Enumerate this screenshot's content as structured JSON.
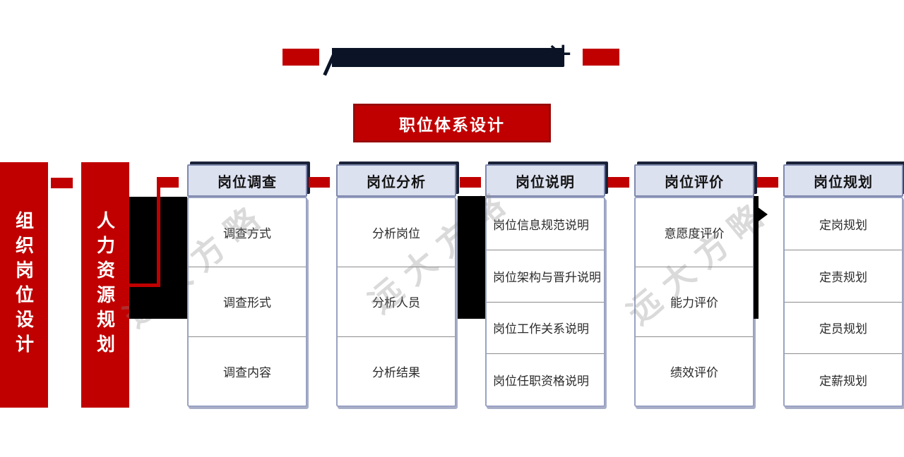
{
  "title_bar": {
    "note": "main title redacted by dark bar",
    "left_fragment": "人",
    "right_fragment": "计"
  },
  "subtitle_box": {
    "label": "职位体系设计"
  },
  "side_bars": [
    {
      "label": "组织岗位设计"
    },
    {
      "label": "人力资源规划"
    }
  ],
  "columns": [
    {
      "title": "岗位调查",
      "items": [
        "调查方式",
        "调查形式",
        "调查内容"
      ]
    },
    {
      "title": "岗位分析",
      "items": [
        "分析岗位",
        "分析人员",
        "分析结果"
      ]
    },
    {
      "title": "岗位说明",
      "items": [
        "岗位信息规范说明",
        "岗位架构与晋升说明",
        "岗位工作关系说明",
        "岗位任职资格说明"
      ]
    },
    {
      "title": "岗位评价",
      "items": [
        "意愿度评价",
        "能力评价",
        "绩效评价"
      ]
    },
    {
      "title": "岗位规划",
      "items": [
        "定岗规划",
        "定责规划",
        "定员规划",
        "定薪规划"
      ]
    }
  ],
  "watermark": {
    "text": "远大方略"
  },
  "colors": {
    "red": "#C00000",
    "red-dark": "#9A0A0A",
    "navy": "#0A1426",
    "header-fill": "#DCE1F0",
    "header-border": "#7E88AD",
    "header-shadow": "#1A2238",
    "body-border": "#99A2C3",
    "separator": "#8C8C8C",
    "black": "#000000"
  }
}
